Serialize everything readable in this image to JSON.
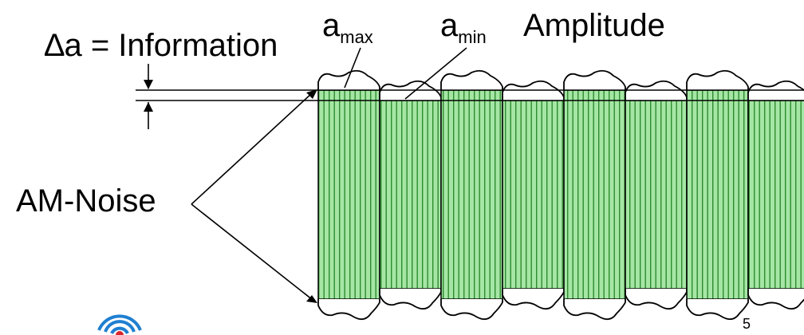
{
  "labels": {
    "delta_a": "∆a = Information",
    "a_max_base": "a",
    "a_max_sub": "max",
    "a_min_base": "a",
    "a_min_sub": "min",
    "amplitude": "Amplitude",
    "am_noise": "AM-Noise"
  },
  "page_number": "5",
  "colors": {
    "bar_fill": "#a5e6a5",
    "bar_stripe": "#2e8b2e",
    "outline": "#000000",
    "logo_blue": "#1f7fd1",
    "logo_red": "#d9262c"
  },
  "bars": [
    {
      "index": 1,
      "kind": "tall"
    },
    {
      "index": 2,
      "kind": "short"
    },
    {
      "index": 3,
      "kind": "tall"
    },
    {
      "index": 4,
      "kind": "short"
    },
    {
      "index": 5,
      "kind": "tall"
    },
    {
      "index": 6,
      "kind": "short"
    },
    {
      "index": 7,
      "kind": "tall"
    },
    {
      "index": 8,
      "kind": "short"
    }
  ],
  "logo": {
    "icon": "wifi-signal-icon"
  }
}
